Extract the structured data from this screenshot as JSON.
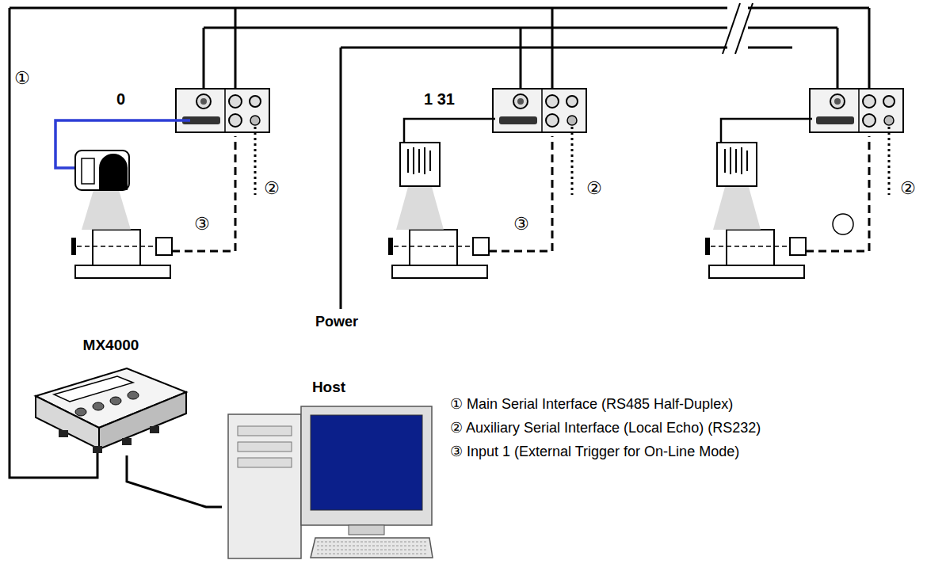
{
  "diagram": {
    "nodes": [
      {
        "text": [
          "MX4000"
        ]
      },
      {
        "text": [
          "Host"
        ]
      }
    ],
    "edges": [
      {
        "from": 0,
        "to": 1,
        "arrow": "none"
      }
    ],
    "labels": [
      "①",
      "0",
      "1 31",
      "②",
      "②",
      "②",
      "③",
      "③",
      "Power",
      "① Main Serial Interface (RS485 Half-Duplex)",
      "② Auxiliary Serial Interface (Local Echo) (RS232)",
      "③ Input 1 (External Trigger for On-Line Mode)"
    ]
  }
}
